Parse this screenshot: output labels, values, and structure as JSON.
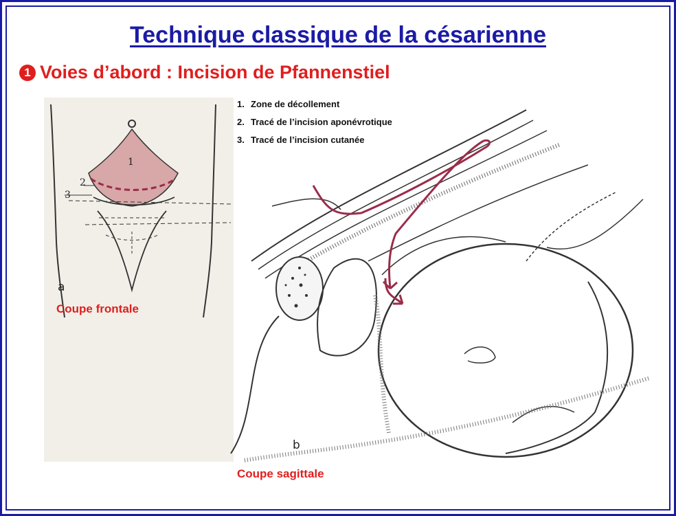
{
  "title": "Technique classique de la césarienne",
  "subtitle": {
    "bullet": "1",
    "text": "Voies d’abord : Incision de Pfannenstiel"
  },
  "legend": [
    {
      "num": "1.",
      "label": "Zone de décollement"
    },
    {
      "num": "2.",
      "label": "Tracé de l’incision aponévrotique"
    },
    {
      "num": "3.",
      "label": "Tracé de l’incision cutanée"
    }
  ],
  "figure_a": {
    "letter": "a",
    "caption": "Coupe frontale",
    "labels": [
      "1",
      "2",
      "3"
    ]
  },
  "figure_b": {
    "letter": "b",
    "caption": "Coupe sagittale"
  },
  "colors": {
    "frame": "#1a1aa8",
    "title": "#1b1ba6",
    "accent_red": "#e01e1e",
    "incision": "#9b2c4a",
    "shaded_zone": "#d8a7a7"
  }
}
